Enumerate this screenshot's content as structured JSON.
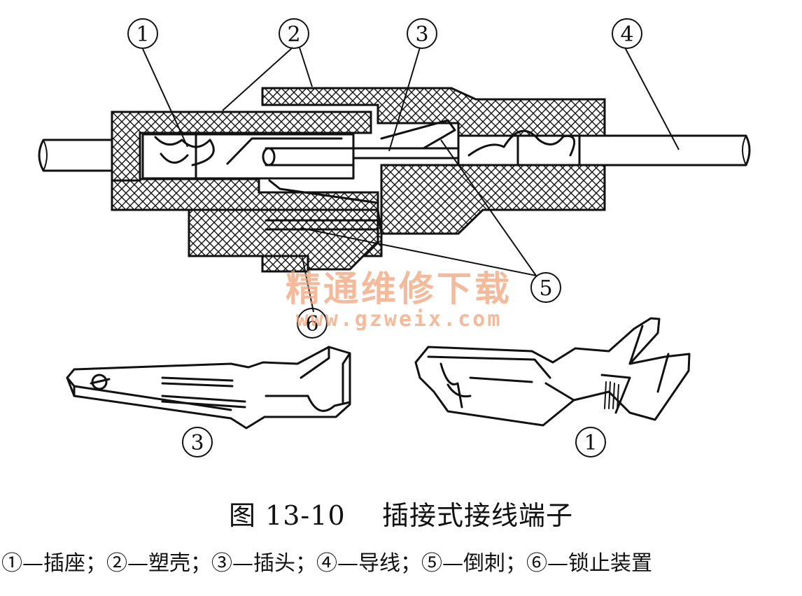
{
  "figure": {
    "number": "图 13-10",
    "title": "插接式接线端子"
  },
  "callouts": {
    "c1_top": "1",
    "c2": "2",
    "c3_top": "3",
    "c4": "4",
    "c5": "5",
    "c6": "6",
    "c3_bottom": "3",
    "c1_bottom": "1"
  },
  "legend": {
    "text": "①—插座；②—塑壳；③—插头；④—导线；⑤—倒刺；⑥—锁止装置"
  },
  "watermark": {
    "chinese": "精通维修下载",
    "url": "www.gzweix.com"
  },
  "colors": {
    "ink": "#111111",
    "watermark": "#f0a47a",
    "background": "#ffffff"
  }
}
